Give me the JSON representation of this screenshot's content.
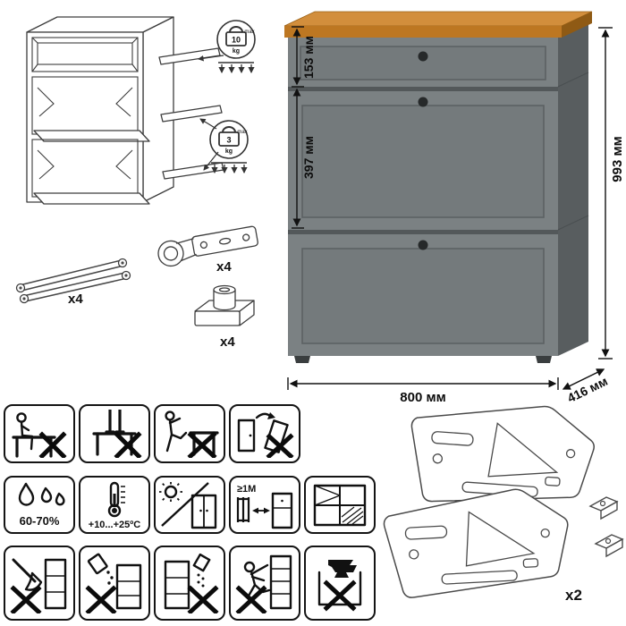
{
  "exploded": {
    "drawer_limit": {
      "value": "10",
      "unit": "kg",
      "max": "max"
    },
    "flap_limit": {
      "value": "3",
      "unit": "kg",
      "max": "max"
    }
  },
  "hardware": {
    "stays_count": "x4",
    "hinges_count": "x4",
    "feet_count": "x4"
  },
  "cabinet": {
    "dim_top_section": "153 мм",
    "dim_middle_section": "397 мм",
    "dim_height": "993 мм",
    "dim_width": "800 мм",
    "dim_depth": "416 мм"
  },
  "care": {
    "humidity": "60-70%",
    "temperature": "+10...+25ºC",
    "heater_distance": "≥1M"
  },
  "panels": {
    "count": "x2"
  },
  "colors": {
    "top_wood": "#cd8430",
    "front_gray": "#7b8183",
    "side_gray": "#585d5f"
  }
}
